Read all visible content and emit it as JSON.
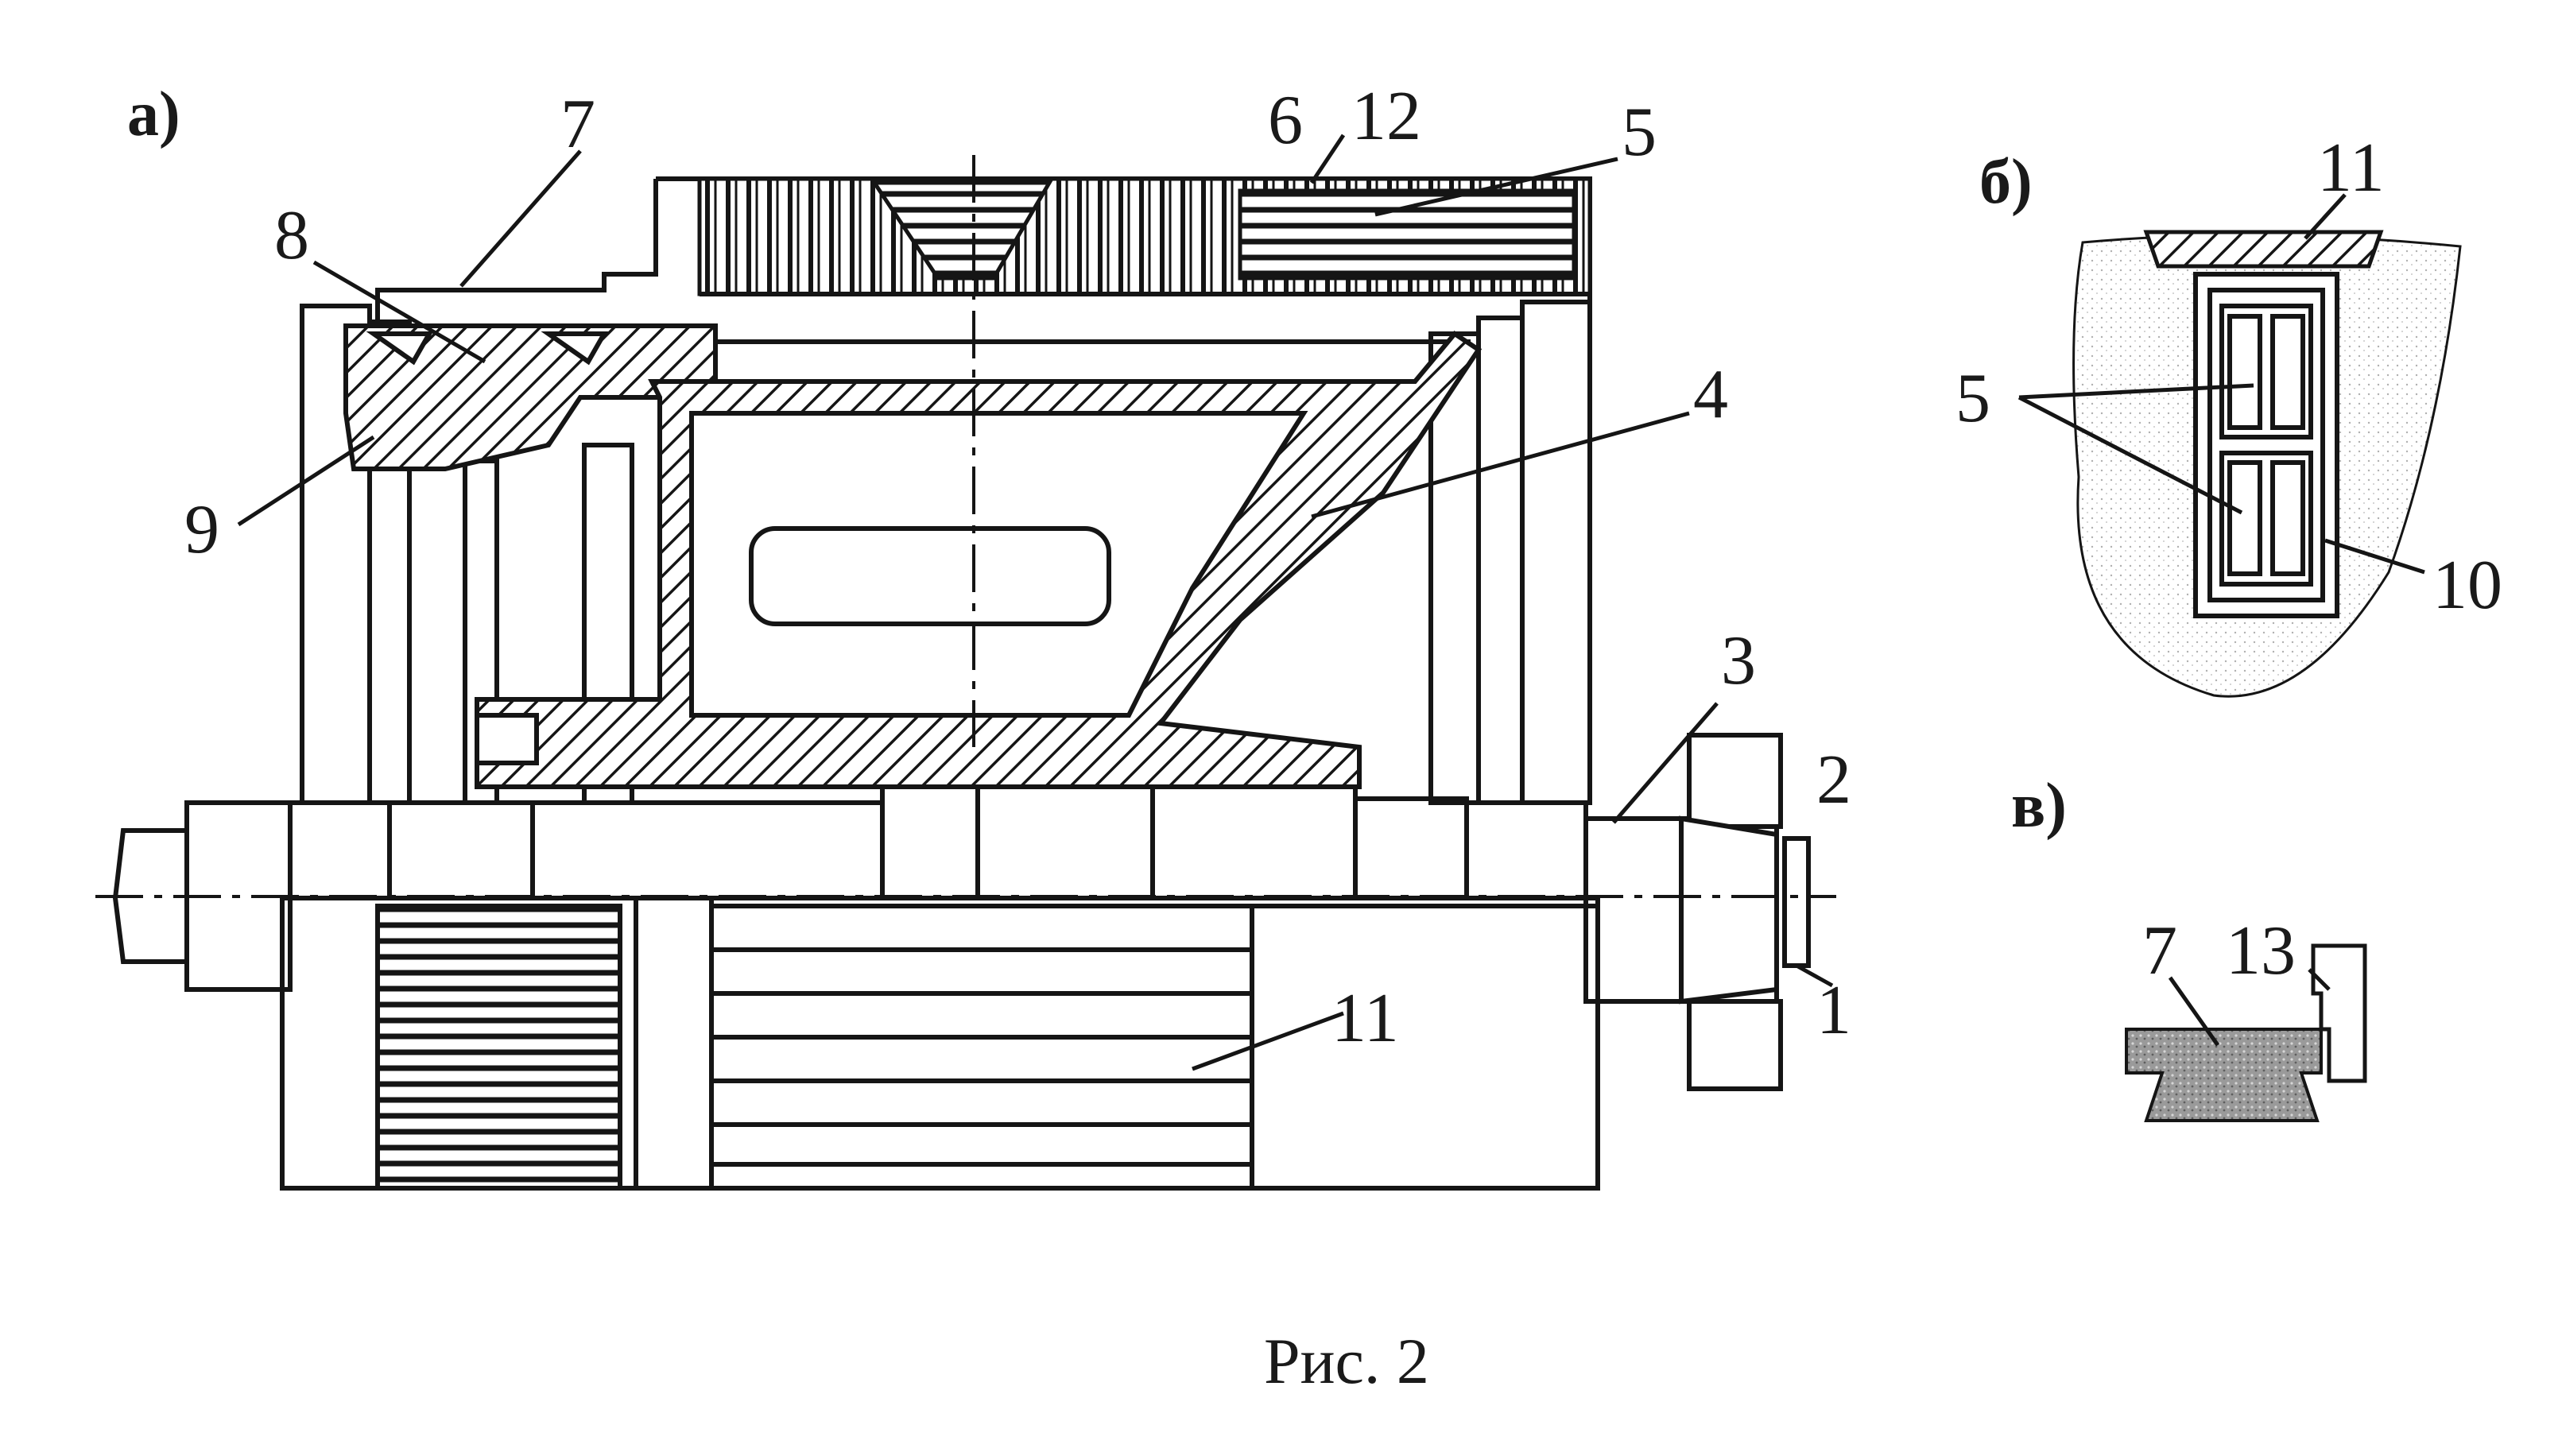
{
  "figure": {
    "panels": {
      "a": "а)",
      "b": "б)",
      "v": "в)"
    },
    "caption": "Рис. 2",
    "labels": {
      "p1": "1",
      "p2": "2",
      "p3": "3",
      "p4": "4",
      "p5": "5",
      "p6": "6",
      "p7": "7",
      "p8": "8",
      "p9": "9",
      "p10": "10",
      "p11": "11",
      "p12": "12",
      "p13": "13"
    }
  }
}
